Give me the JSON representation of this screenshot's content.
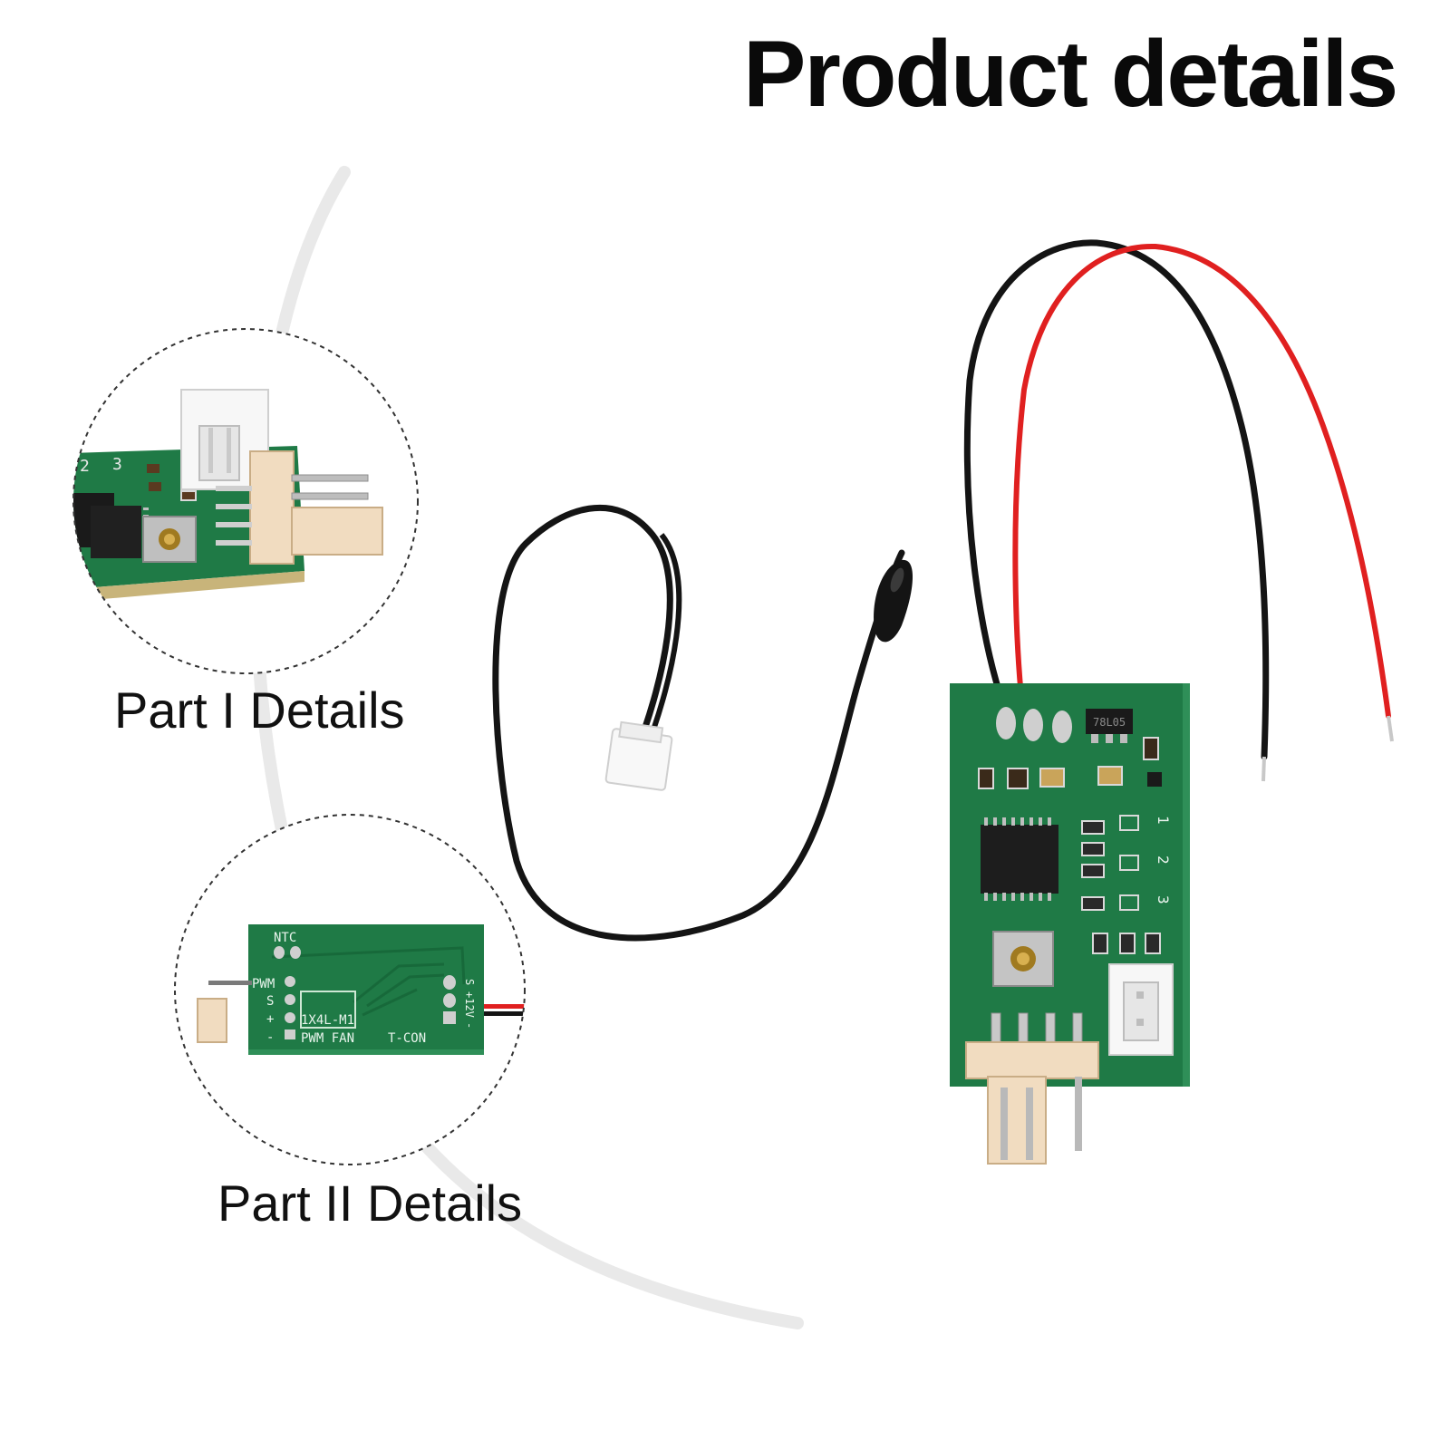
{
  "page": {
    "title": "Product details",
    "details": [
      {
        "label": "Part I Details"
      },
      {
        "label": "Part II Details"
      }
    ]
  },
  "pcb_back": {
    "ntc": "NTC",
    "pwm": "PWM",
    "s": "S",
    "plus": "+",
    "minus": "-",
    "model": "1X4L-M1",
    "pwm_fan": "PWM FAN",
    "t_con": "T-CON",
    "power_s": "S",
    "power_plus": "+12V",
    "power_minus": "-"
  },
  "pcb_front": {
    "regulator": "78L05",
    "channel_1": "1",
    "channel_2": "2",
    "channel_3": "3"
  },
  "part1_detail": {
    "channel_2": "2",
    "channel_3": "3"
  },
  "colors": {
    "pcb_green": "#1f7a46",
    "wire_red": "#e02020",
    "wire_black": "#141414",
    "connector_cream": "#f1dcc0"
  }
}
